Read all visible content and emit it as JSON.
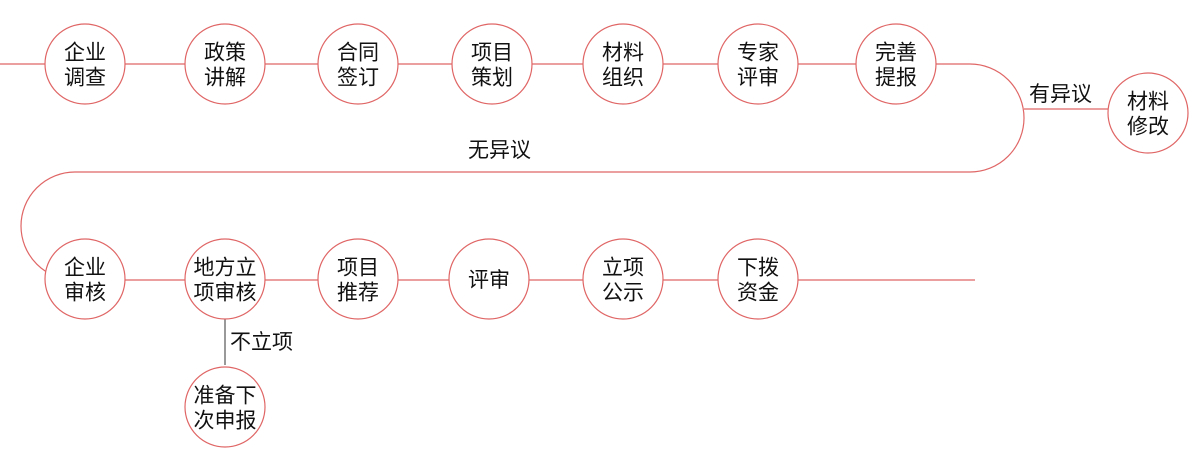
{
  "row1": [
    {
      "id": "n1",
      "lines": [
        "企业",
        "调查"
      ]
    },
    {
      "id": "n2",
      "lines": [
        "政策",
        "讲解"
      ]
    },
    {
      "id": "n3",
      "lines": [
        "合同",
        "签订"
      ]
    },
    {
      "id": "n4",
      "lines": [
        "项目",
        "策划"
      ]
    },
    {
      "id": "n5",
      "lines": [
        "材料",
        "组织"
      ]
    },
    {
      "id": "n6",
      "lines": [
        "专家",
        "评审"
      ]
    },
    {
      "id": "n7",
      "lines": [
        "完善",
        "提报"
      ]
    }
  ],
  "side_node": {
    "id": "n8",
    "lines": [
      "材料",
      "修改"
    ]
  },
  "row2": [
    {
      "id": "m1",
      "lines": [
        "企业",
        "审核"
      ]
    },
    {
      "id": "m2",
      "lines": [
        "地方立",
        "项审核"
      ]
    },
    {
      "id": "m3",
      "lines": [
        "项目",
        "推荐"
      ]
    },
    {
      "id": "m4",
      "lines": [
        "评审"
      ]
    },
    {
      "id": "m5",
      "lines": [
        "立项",
        "公示"
      ]
    },
    {
      "id": "m6",
      "lines": [
        "下拨",
        "资金"
      ]
    }
  ],
  "branch_node": {
    "id": "b1",
    "lines": [
      "准备下",
      "次申报"
    ]
  },
  "labels": {
    "has_objection": "有异议",
    "no_objection": "无异议",
    "not_approved": "不立项"
  },
  "colors": {
    "line": "#e06666",
    "branch": "#555555",
    "text": "#111111"
  }
}
